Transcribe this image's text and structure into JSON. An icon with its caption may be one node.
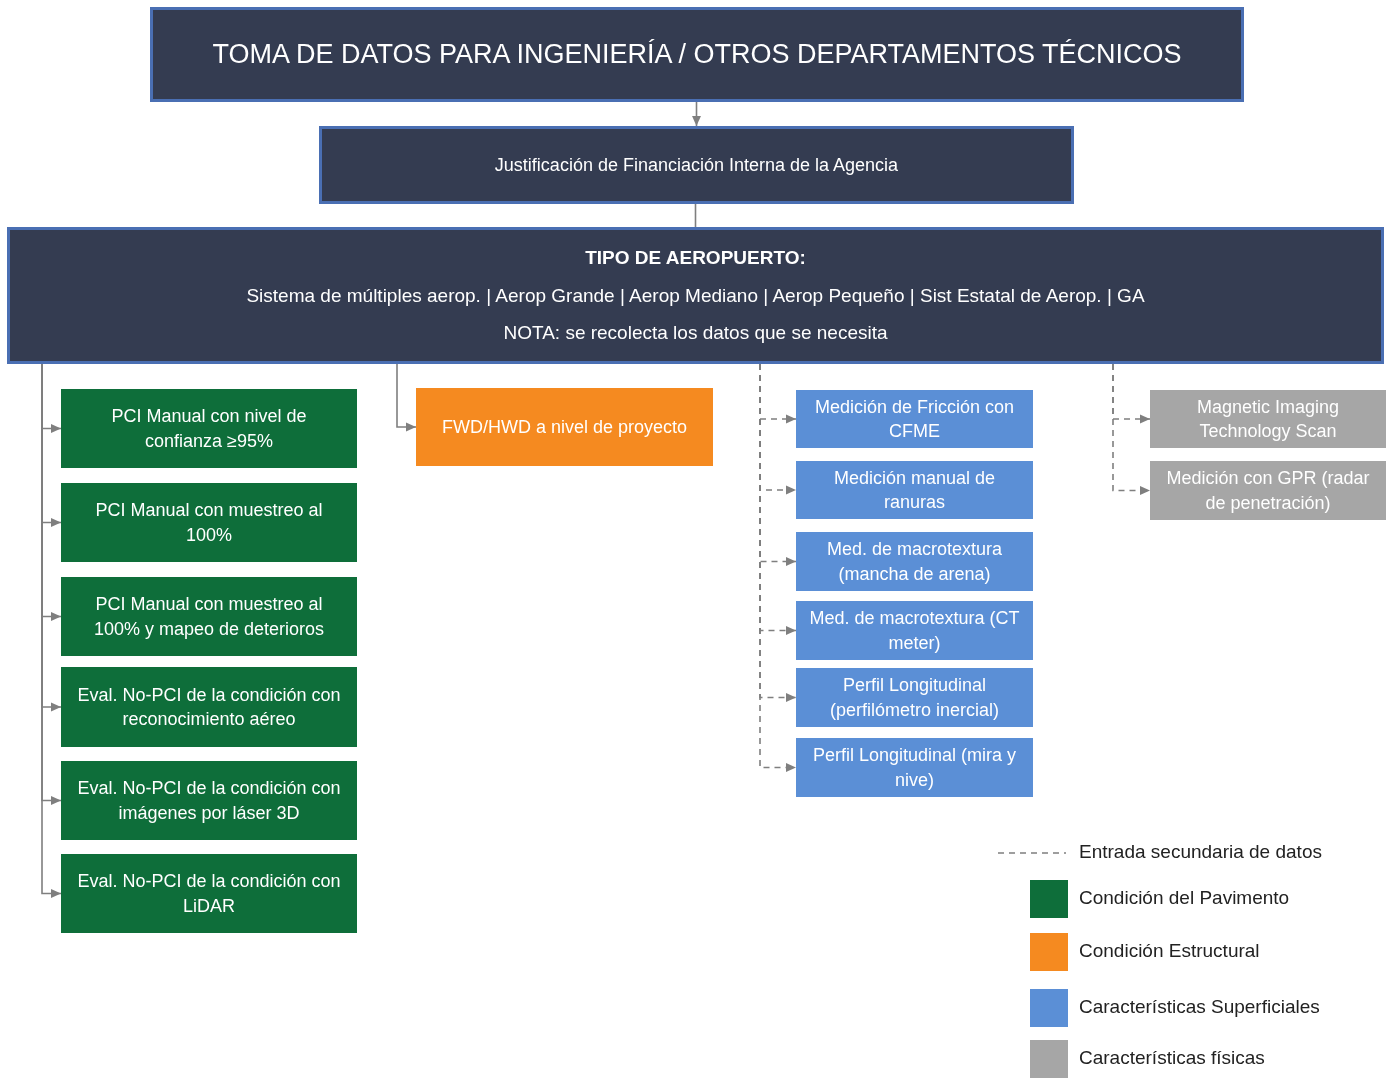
{
  "diagram": {
    "nodes": [
      {
        "text": [
          "TOMA DE DATOS PARA INGENIERÍA / OTROS DEPARTAMENTOS TÉCNICOS"
        ]
      },
      {
        "text": [
          "Justificación de Financiación Interna de la Agencia"
        ]
      },
      {
        "text": [
          "TIPO DE AEROPUERTO:",
          "Sistema de múltiples aerop. | Aerop Grande | Aerop Mediano | Aerop Pequeño | Sist Estatal de Aerop. | GA",
          "NOTA: se recolecta los datos que se necesita"
        ]
      },
      {
        "text": [
          "PCI Manual con nivel de confianza ≥95%"
        ]
      },
      {
        "text": [
          "PCI Manual con muestreo al 100%"
        ]
      },
      {
        "text": [
          "PCI Manual con muestreo al 100% y mapeo de deterioros"
        ]
      },
      {
        "text": [
          "Eval. No-PCI de la condición con reconocimiento aéreo"
        ]
      },
      {
        "text": [
          "Eval. No-PCI de la condición con imágenes por láser 3D"
        ]
      },
      {
        "text": [
          "Eval. No-PCI de la condición con LiDAR"
        ]
      },
      {
        "text": [
          "FWD/HWD a nivel de proyecto"
        ]
      },
      {
        "text": [
          "Medición de Fricción con CFME"
        ]
      },
      {
        "text": [
          "Medición manual de ranuras"
        ]
      },
      {
        "text": [
          "Med. de macrotextura (mancha de arena)"
        ]
      },
      {
        "text": [
          "Med. de macrotextura (CT meter)"
        ]
      },
      {
        "text": [
          "Perfil Longitudinal (perfilómetro inercial)"
        ]
      },
      {
        "text": [
          "Perfil Longitudinal (mira y nive)"
        ]
      },
      {
        "text": [
          "Magnetic Imaging Technology Scan"
        ]
      },
      {
        "text": [
          "Medición con GPR (radar de penetración)"
        ]
      }
    ],
    "edges": [
      {
        "from": 0,
        "to": 1,
        "arrow": "to"
      },
      {
        "from": 1,
        "to": 2,
        "arrow": "none"
      },
      {
        "from": 2,
        "to": 3,
        "arrow": "to"
      },
      {
        "from": 2,
        "to": 4,
        "arrow": "to"
      },
      {
        "from": 2,
        "to": 5,
        "arrow": "to"
      },
      {
        "from": 2,
        "to": 6,
        "arrow": "to"
      },
      {
        "from": 2,
        "to": 7,
        "arrow": "to"
      },
      {
        "from": 2,
        "to": 8,
        "arrow": "to"
      },
      {
        "from": 2,
        "to": 9,
        "arrow": "to"
      },
      {
        "from": 2,
        "to": 10,
        "arrow": "to",
        "style": "dashed"
      },
      {
        "from": 2,
        "to": 11,
        "arrow": "to",
        "style": "dashed"
      },
      {
        "from": 2,
        "to": 12,
        "arrow": "to",
        "style": "dashed"
      },
      {
        "from": 2,
        "to": 13,
        "arrow": "to",
        "style": "dashed"
      },
      {
        "from": 2,
        "to": 14,
        "arrow": "to",
        "style": "dashed"
      },
      {
        "from": 2,
        "to": 15,
        "arrow": "to",
        "style": "dashed"
      },
      {
        "from": 2,
        "to": 16,
        "arrow": "to",
        "style": "dashed"
      },
      {
        "from": 2,
        "to": 17,
        "arrow": "to",
        "style": "dashed"
      }
    ],
    "legend": [
      {
        "text": "Entrada secundaria de datos"
      },
      {
        "text": "Condición del Pavimento",
        "color": "#0e6e3a"
      },
      {
        "text": "Condición Estructural",
        "color": "#f58a20"
      },
      {
        "text": "Características Superficiales",
        "color": "#5b8fd6"
      },
      {
        "text": "Características físicas",
        "color": "#a6a6a6"
      }
    ]
  }
}
